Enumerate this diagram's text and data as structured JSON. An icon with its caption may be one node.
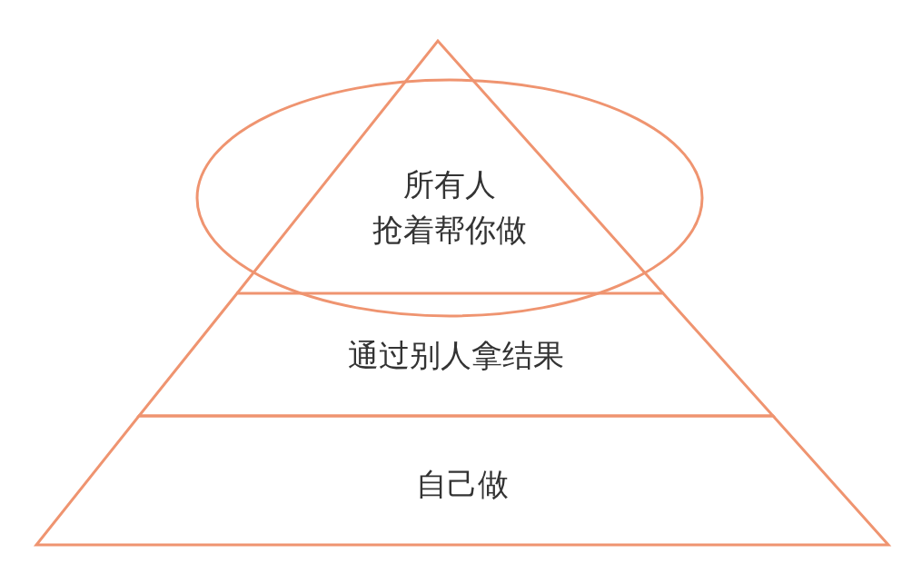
{
  "diagram": {
    "nodes": [
      {
        "text": [
          "所有人抢着帮你做"
        ]
      },
      {
        "text": [
          "通过别人拿结果"
        ]
      },
      {
        "text": [
          "自己做"
        ]
      }
    ]
  }
}
